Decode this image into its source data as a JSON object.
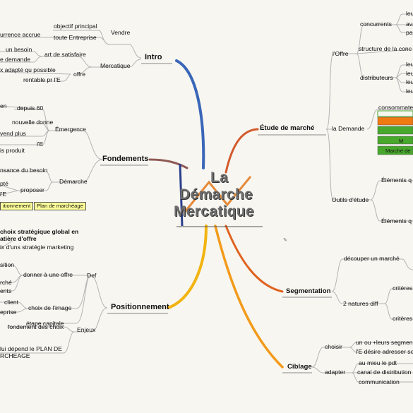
{
  "central": {
    "line1": "La",
    "line2": "Démarche",
    "line3": "Mercatique"
  },
  "intro": {
    "label": "Intro",
    "vendre": "Vendre",
    "objectif": "objectif principal",
    "toute": "toute Entreprise",
    "concurrence": "urrence accrue",
    "mercatique": "Mercatique",
    "art": "art de satisfaire",
    "besoin": "un besoin",
    "demande": "e demande",
    "offre": "offre",
    "adapte": "x adapté qu possible",
    "rentable": "rentable pr l'E"
  },
  "fondements": {
    "label": "Fondements",
    "emergence": "Émergence",
    "depuis": "depuis 60",
    "en": "en",
    "nouvelle": "nouvelle donne",
    "vend": "vend plus",
    "le": "l'E",
    "produit": "is produit",
    "demarche": "Démarche",
    "naissance": "nsance du besoin",
    "pte": "pté",
    "proposer": "proposer",
    "le2": "l'E",
    "positionnement_box": "itionnement",
    "plan_box": "Plan de marchéage"
  },
  "positionnement": {
    "label": "Positionnement",
    "choix1": "choix stratégique global en",
    "choix2": "atière d'offre",
    "choix3": "ix d'uns stratégie marketing",
    "def": "Def",
    "sition": "sition",
    "donner": "donner à une offre",
    "rche": "rché",
    "ents": "ents",
    "client": "client",
    "eprise": "eprise",
    "choix_image": "choix de l'image",
    "etape": "étape capitale",
    "enjeux": "Enjeux",
    "fondement": "fondement des choix",
    "plan1": "lui dépend le PLAN DE",
    "plan2": "RCHEAGE"
  },
  "etude": {
    "label": "Étude de marché",
    "loffre": "l'Offre",
    "concurrents": "concurrents",
    "leu": "leu",
    "ava": "ava",
    "pa": "pa",
    "structure": "structure de la conc",
    "distributeurs": "distributeurs",
    "leu2": "leu",
    "leu3": "leu",
    "leu4": "leu",
    "leu5": "leu",
    "lademande": "la Demande",
    "consommate": "consommate",
    "m": "M",
    "marche_de": "Marché de",
    "outils": "Outils d'étude",
    "elements1": "Éléments q",
    "elements2": "Éléments q"
  },
  "segmentation": {
    "label": "Segmentation",
    "decouper": "découper un marché",
    "natures": "2 natures diff",
    "criteres1": "critères",
    "criteres2": "critères"
  },
  "ciblage": {
    "label": "Ciblage",
    "choisir": "choisir",
    "seg1": "un ou +leurs segmen",
    "seg2": "l'E désire adresser so",
    "adapter": "adapter",
    "mieu": "au mieu le pdt",
    "canal": "canal de distribution",
    "comm": "communication"
  },
  "colors": {
    "intro": "#3a66b8",
    "fondements": "#8f5a55",
    "positionnement": "#f2b411",
    "etude": "#d35a2c",
    "segmentation": "#e0621f",
    "ciblage": "#f39a1a",
    "demande_orange": "#f07a12",
    "demande_green": "#48a72d",
    "box_yellow": "#ffff9a"
  }
}
